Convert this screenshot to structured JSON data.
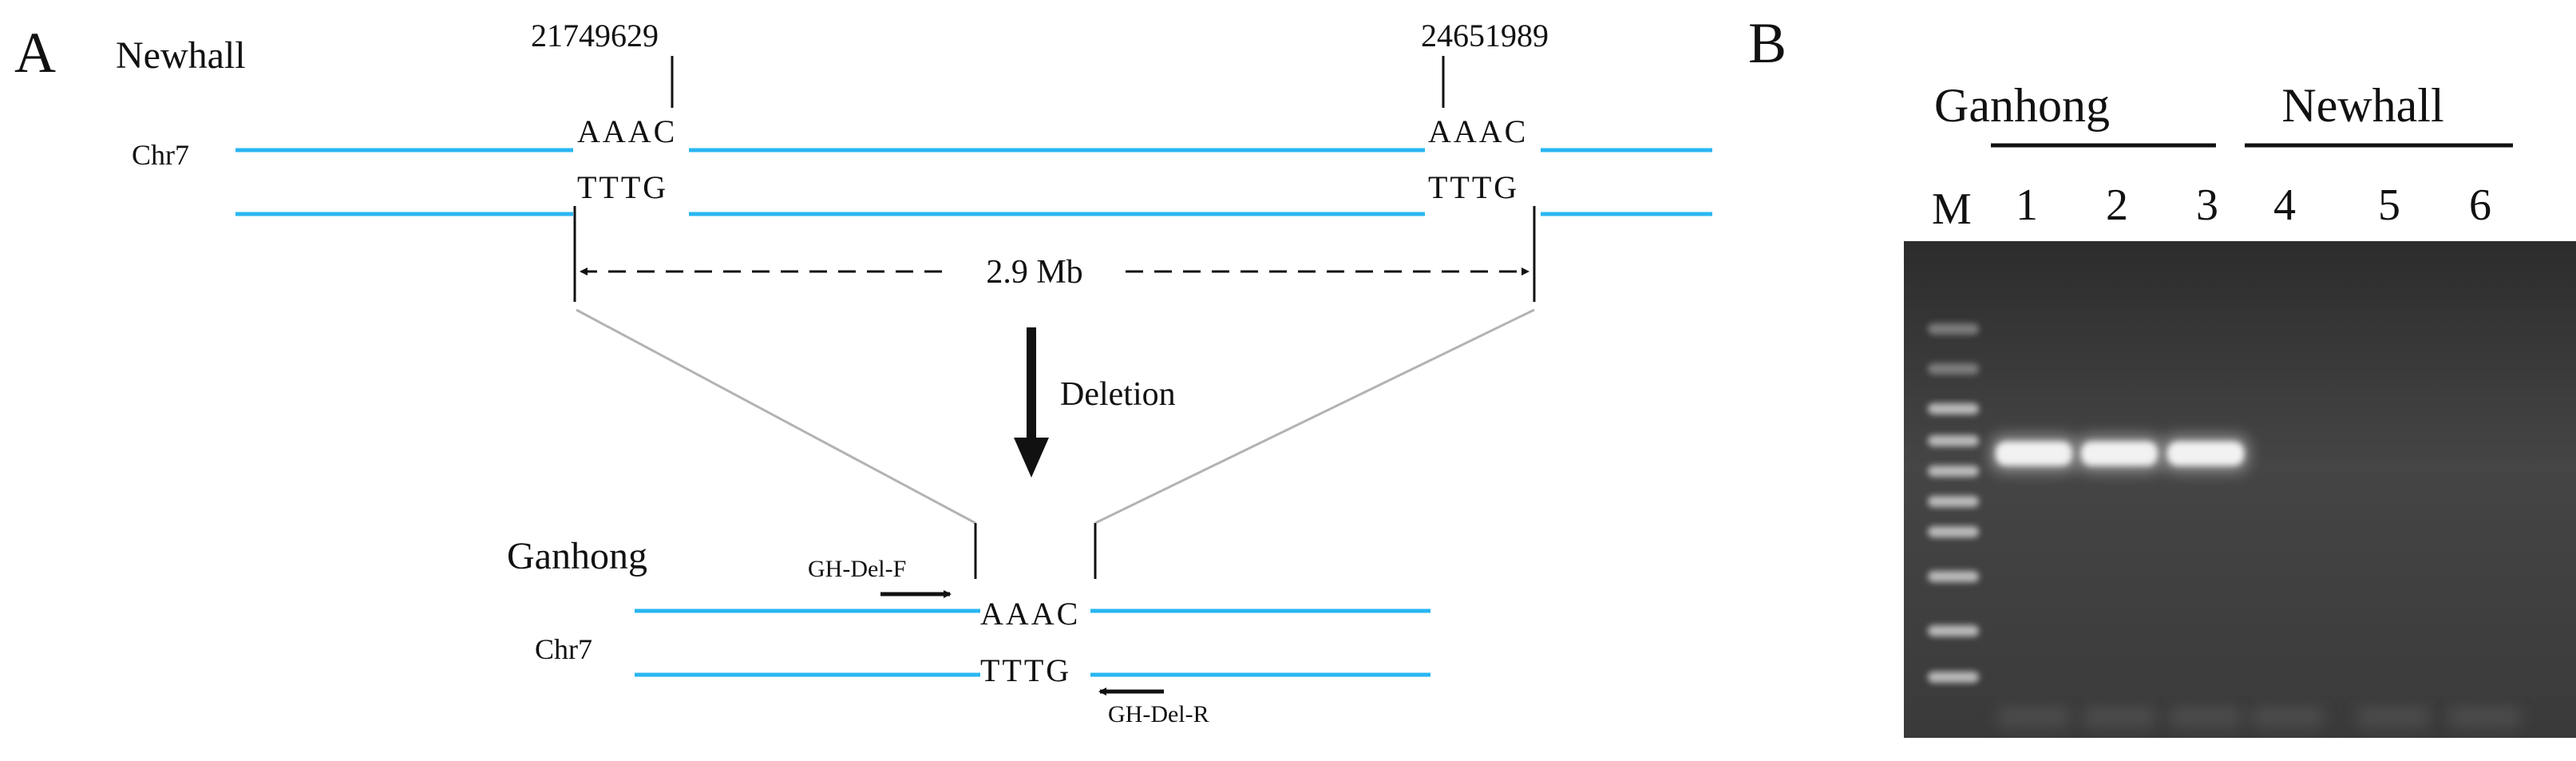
{
  "panel_a": {
    "label": "A",
    "top_cultivar": "Newhall",
    "top_chr": "Chr7",
    "left_coord": "21749629",
    "right_coord": "24651989",
    "seq_top": "AAAC",
    "seq_bottom": "TTTG",
    "distance": "2.9 Mb",
    "event": "Deletion",
    "bottom_cultivar": "Ganhong",
    "bottom_chr": "Chr7",
    "primer_forward": "GH-Del-F",
    "primer_reverse": "GH-Del-R",
    "colors": {
      "strand": "#29b6f2",
      "line": "#111111",
      "connector": "#b3b3b3"
    }
  },
  "panel_b": {
    "label": "B",
    "group_left": "Ganhong",
    "group_right": "Newhall",
    "marker_label": "M",
    "lanes": [
      "1",
      "2",
      "3",
      "4",
      "5",
      "6"
    ],
    "bands_present": [
      true,
      true,
      true,
      false,
      false,
      false
    ],
    "colors": {
      "gel_bg": "#3c3c3c",
      "band": "#f2f2f2"
    }
  }
}
